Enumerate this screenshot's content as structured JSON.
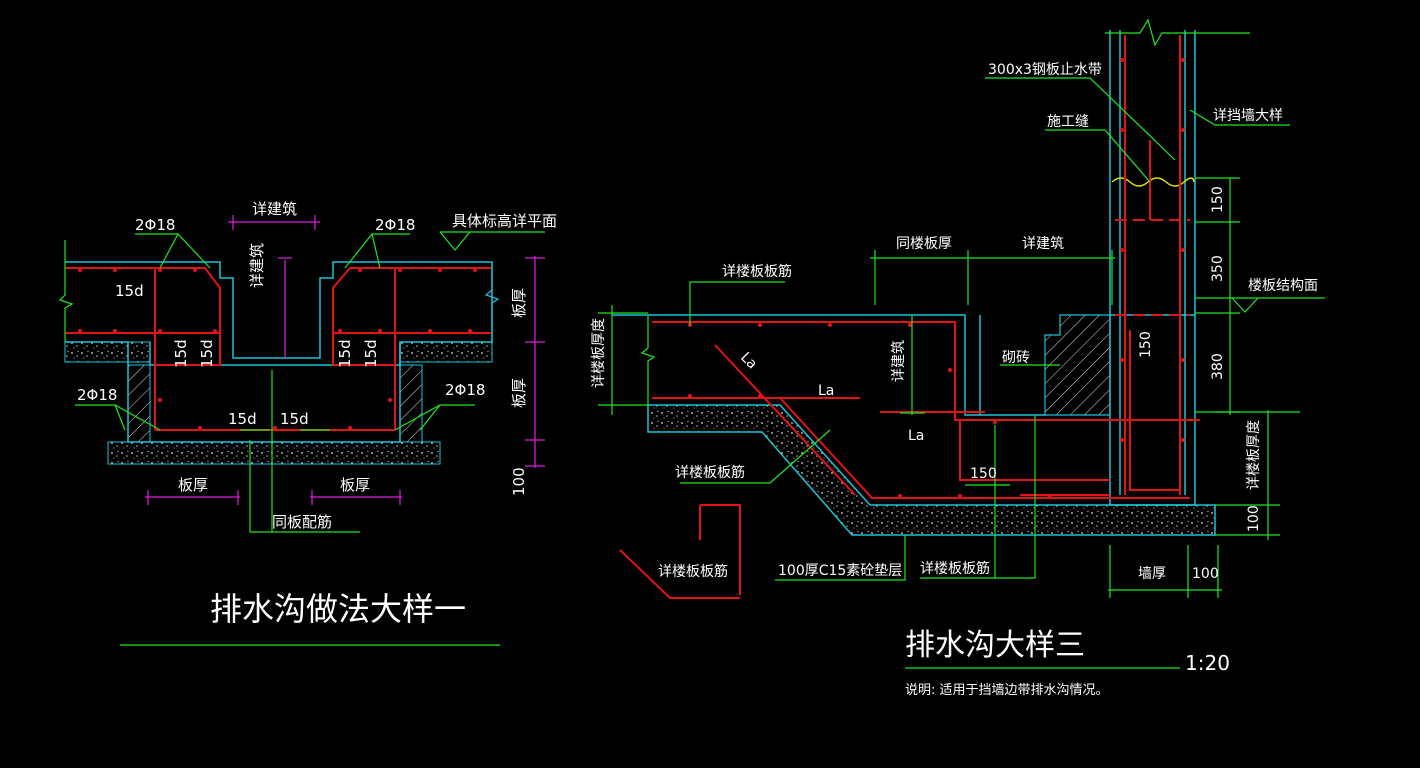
{
  "colors": {
    "background": "#000000",
    "outline": "#18c4d8",
    "rebar": "#e01414",
    "dimension": "#1ee61e",
    "dimension_alt": "#e01ee0",
    "text": "#ffffff",
    "wall_mark": "#e0e000"
  },
  "detail1": {
    "title": "排水沟做法大样一",
    "labels": {
      "arch_top": "详建筑",
      "arch_mid": "详建筑",
      "rebar_tl": "2Φ18",
      "rebar_tr": "2Φ18",
      "rebar_bl": "2Φ18",
      "rebar_br": "2Φ18",
      "elev": "具体标高详平面",
      "anchor_tl": "15d",
      "anchor_l1": "15d",
      "anchor_l2": "15d",
      "anchor_r1": "15d",
      "anchor_r2": "15d",
      "anchor_b1": "15d",
      "anchor_b2": "15d",
      "slab_v1": "板厚",
      "slab_v2": "板厚",
      "dim_100": "100",
      "slab_h1": "板厚",
      "slab_h2": "板厚",
      "same_rebar": "同板配筋"
    }
  },
  "detail3": {
    "title": "排水沟大样三",
    "scale": "1:20",
    "note": "说明: 适用于挡墙边带排水沟情况。",
    "labels": {
      "waterstop": "300x3钢板止水带",
      "joint": "施工缝",
      "wall_detail": "详挡墙大样",
      "same_slab": "同楼板厚",
      "arch": "详建筑",
      "floor_rebar_top": "详楼板板筋",
      "slab_thk": "详楼板厚度",
      "la1": "La",
      "la2": "La",
      "la3": "La",
      "arch_v": "详建筑",
      "brick": "砌砖",
      "d150a": "150",
      "d150b": "150",
      "d350": "350",
      "d380": "380",
      "d150c": "150",
      "struct_face": "楼板结构面",
      "floor_rebar_mid": "详楼板板筋",
      "floor_rebar_bl": "详楼板板筋",
      "c15": "100厚C15素砼垫层",
      "floor_rebar_br": "详楼板板筋",
      "wall_thk": "墙厚",
      "d100a": "100",
      "d100b": "100",
      "slab_thk_r": "详楼板厚度"
    }
  }
}
